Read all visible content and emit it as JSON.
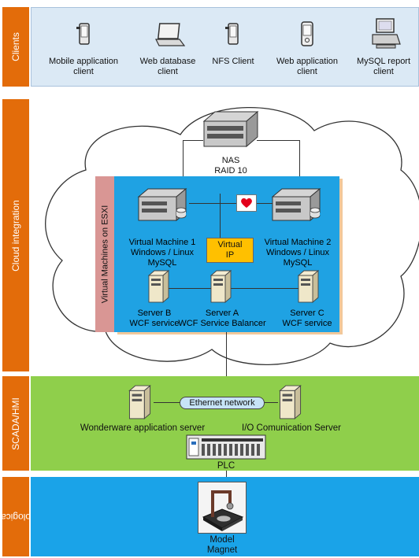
{
  "layers": {
    "clients": "Clients",
    "cloud": "Cloud integration",
    "scada": "SCADA/HMI",
    "tech": "Technological layer"
  },
  "clients": [
    {
      "name": "Mobile application client",
      "l1": "Mobile application",
      "l2": "client",
      "icon": "mobile-phone-icon"
    },
    {
      "name": "Web database client",
      "l1": "Web database",
      "l2": "client",
      "icon": "laptop-icon"
    },
    {
      "name": "NFS Client",
      "l1": "NFS Client",
      "l2": "",
      "icon": "mobile-phone-icon"
    },
    {
      "name": "Web application client",
      "l1": "Web application",
      "l2": "client",
      "icon": "pda-icon"
    },
    {
      "name": "MySQL report client",
      "l1": "MySQL report",
      "l2": "client",
      "icon": "desktop-computer-icon"
    }
  ],
  "cloud": {
    "nas": "NAS",
    "raid": "RAID 10",
    "esxi_label": "Virtual Machines on ESXI",
    "vm1": {
      "l1": "Virtual Machine 1",
      "l2": "Windows / Linux",
      "l3": "MySQL"
    },
    "vm2": {
      "l1": "Virtual Machine 2",
      "l2": "Windows / Linux",
      "l3": "MySQL"
    },
    "vip": {
      "l1": "Virtual",
      "l2": "IP"
    },
    "server_b": {
      "l1": "Server B",
      "l2": "WCF service"
    },
    "server_a": {
      "l1": "Server A",
      "l2": "WCF Service Balancer"
    },
    "server_c": {
      "l1": "Server C",
      "l2": "WCF service"
    }
  },
  "scada": {
    "network": "Ethernet network",
    "wonderware": "Wonderware application server",
    "io_server": "I/O Comunication Server",
    "plc": "PLC"
  },
  "tech": {
    "model_l1": "Model",
    "model_l2": "Magnet"
  },
  "colors": {
    "orange": "#e36c0a",
    "clients_bg": "#dbe9f5",
    "scada_bg": "#8fcf4b",
    "tech_bg": "#1aa3e8",
    "vm_bg": "#1fa2e3",
    "esxi_bg": "#d99694",
    "vip_bg": "#ffc000"
  }
}
